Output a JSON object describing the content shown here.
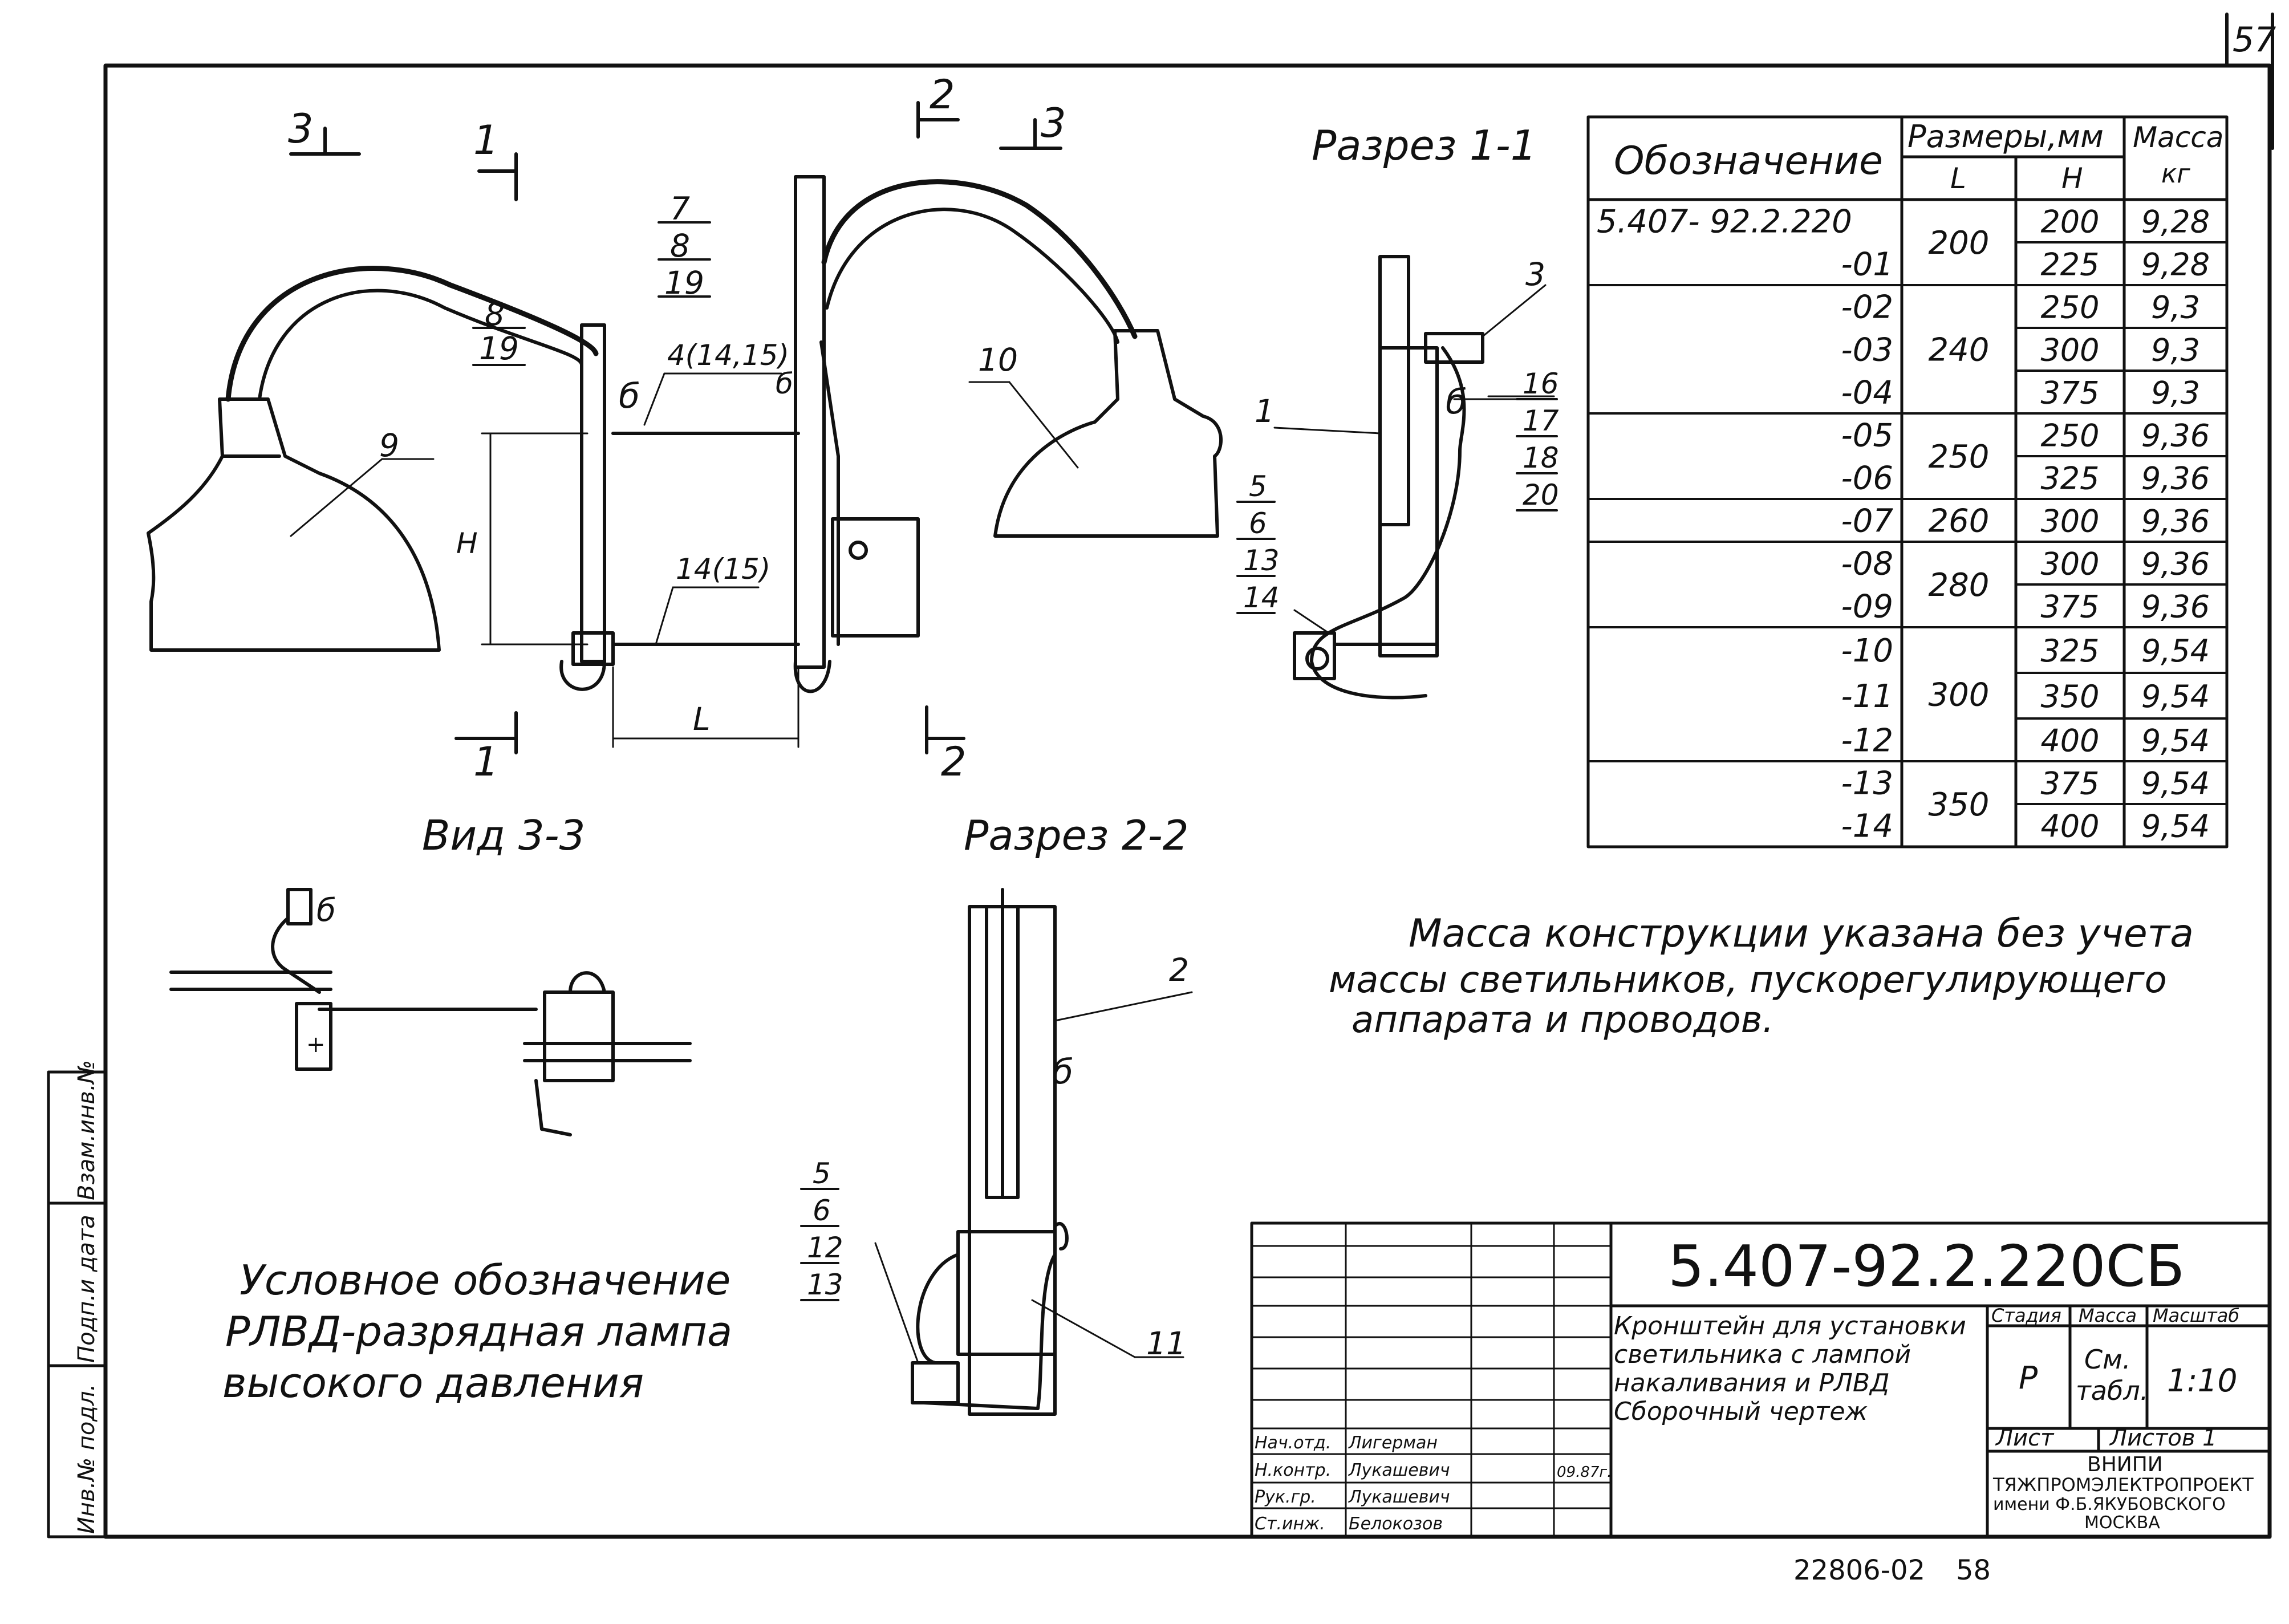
{
  "sheet": {
    "page_number": "57",
    "archive_number": "22806-02",
    "frame_number": "58"
  },
  "labels": {
    "section_3_left": "3",
    "section_1_top": "1",
    "section_1_bottom": "1",
    "section_2_top": "2",
    "section_3_top": "3",
    "section_2_bottom": "2",
    "dim_H": "H",
    "dim_L": "L",
    "lamp_9": "9",
    "lamp_10": "10",
    "pos_7": "7",
    "pos_8a": "8",
    "pos_19a": "19",
    "pos_8b": "8",
    "pos_19b": "19",
    "pos_4": "4(14,15)",
    "pos_14": "14(15)",
    "pos_1": "1",
    "pos_3": "3",
    "pos_16": "16",
    "pos_17": "17",
    "pos_18": "18",
    "pos_20": "20",
    "pos_5a": "5",
    "pos_6a": "6",
    "pos_13a": "13",
    "pos_14a": "14",
    "pos_2": "2",
    "pos_11": "11",
    "pos_5b": "5",
    "pos_6b": "6",
    "pos_12b": "12",
    "pos_13b": "13",
    "wire_b1": "б",
    "wire_b2": "б",
    "wire_b3": "б",
    "wire_b4": "б",
    "wire_b5": "б",
    "plus": "+"
  },
  "views": {
    "section_1_1": "Разрез 1-1",
    "view_3_3": "Вид 3-3",
    "section_2_2": "Разрез 2-2"
  },
  "table": {
    "header_designation": "Обозначение",
    "header_sizes": "Размеры,мм",
    "header_L": "L",
    "header_H": "H",
    "header_mass": "Масса",
    "header_mass_unit": "кг",
    "rows": [
      {
        "designation": "5.407- 92.2.220",
        "H": "200",
        "mass": "9,28"
      },
      {
        "designation": "-01",
        "H": "225",
        "mass": "9,28"
      },
      {
        "designation": "-02",
        "H": "250",
        "mass": "9,3"
      },
      {
        "designation": "-03",
        "H": "300",
        "mass": "9,3"
      },
      {
        "designation": "-04",
        "H": "375",
        "mass": "9,3"
      },
      {
        "designation": "-05",
        "H": "250",
        "mass": "9,36"
      },
      {
        "designation": "-06",
        "H": "325",
        "mass": "9,36"
      },
      {
        "designation": "-07",
        "H": "300",
        "mass": "9,36"
      },
      {
        "designation": "-08",
        "H": "300",
        "mass": "9,36"
      },
      {
        "designation": "-09",
        "H": "375",
        "mass": "9,36"
      },
      {
        "designation": "-10",
        "H": "325",
        "mass": "9,54"
      },
      {
        "designation": "-11",
        "H": "350",
        "mass": "9,54"
      },
      {
        "designation": "-12",
        "H": "400",
        "mass": "9,54"
      },
      {
        "designation": "-13",
        "H": "375",
        "mass": "9,54"
      },
      {
        "designation": "-14",
        "H": "400",
        "mass": "9,54"
      }
    ],
    "L_groups": [
      "200",
      "240",
      "250",
      "260",
      "280",
      "300",
      "350"
    ]
  },
  "notes": {
    "mass_note_line1": "Масса конструкции указана без учета",
    "mass_note_line2": "массы светильников, пускорегулирующего",
    "mass_note_line3": "аппарата и проводов.",
    "legend_line1": "Условное обозначение",
    "legend_line2": "РЛВД-разрядная лампа",
    "legend_line3": "высокого давления"
  },
  "title_block": {
    "code": "5.407-92.2.220СБ",
    "title_line1": "Кронштейн для установки",
    "title_line2": "светильника с лампой",
    "title_line3": "накаливания и РЛВД",
    "title_line4": "Сборочный чертеж",
    "stage_label": "Стадия",
    "mass_label": "Масса",
    "scale_label": "Масштаб",
    "stage_value": "Р",
    "mass_value_line1": "См.",
    "mass_value_line2": "табл.",
    "scale_value": "1:10",
    "sheet_label": "Лист",
    "sheets_label": "Листов 1",
    "org_line1": "ВНИПИ",
    "org_line2": "ТЯЖПРОМЭЛЕКТРОПРОЕКТ",
    "org_line3": "имени Ф.Б.ЯКУБОВСКОГО",
    "org_line4": "МОСКВА",
    "signatures": [
      {
        "role": "Нач.отд.",
        "name": "Лигерман"
      },
      {
        "role": "Н.контр.",
        "name": "Лукашевич"
      },
      {
        "role": "Рук.гр.",
        "name": "Лукашевич"
      },
      {
        "role": "Ст.инж.",
        "name": "Белокозов"
      }
    ],
    "date": "09.87г."
  },
  "side_stamp": {
    "inv_no": "Инв.№ подл.",
    "sign_date": "Подп.и дата",
    "replace_inv": "Взам.инв.№"
  }
}
